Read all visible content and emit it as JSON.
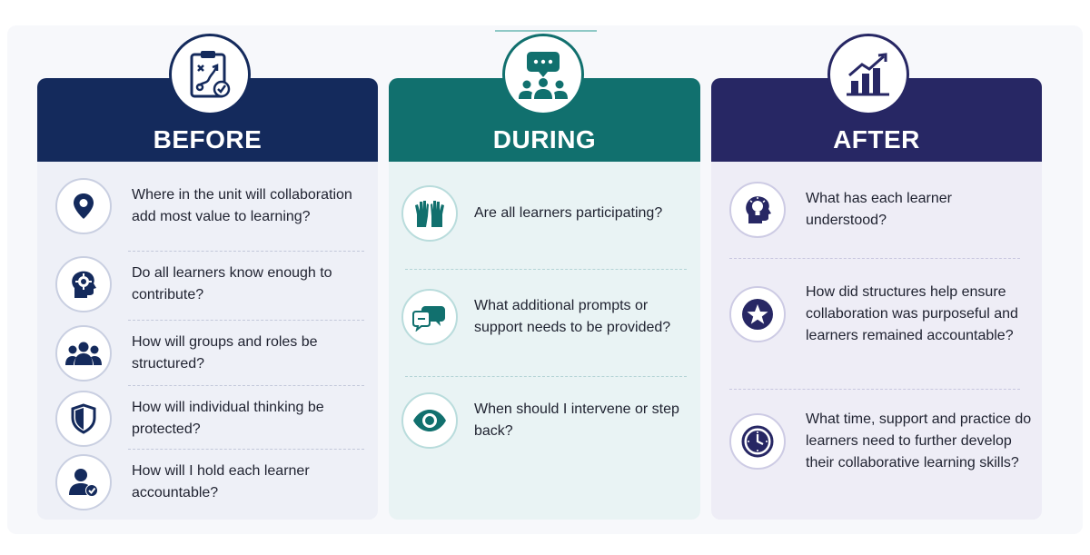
{
  "colors": {
    "before": "#142a5c",
    "during": "#11706e",
    "after": "#272764"
  },
  "columns": {
    "before": {
      "title": "BEFORE",
      "icon": "strategy-clipboard-icon",
      "items": [
        {
          "icon": "location-pin-icon",
          "text": "Where in the unit will collaboration add most value to learning?"
        },
        {
          "icon": "head-gear-icon",
          "text": "Do all learners know enough to contribute?"
        },
        {
          "icon": "group-icon",
          "text": "How will groups and roles be structured?"
        },
        {
          "icon": "shield-icon",
          "text": "How will individual thinking be protected?"
        },
        {
          "icon": "user-check-icon",
          "text": "How will I hold each learner accountable?"
        }
      ]
    },
    "during": {
      "title": "DURING",
      "icon": "group-discussion-icon",
      "items": [
        {
          "icon": "raised-hands-icon",
          "text": "Are all learners participating?"
        },
        {
          "icon": "speech-bubbles-icon",
          "text": "What additional prompts or support needs to be provided?"
        },
        {
          "icon": "eye-icon",
          "text": "When should I intervene or step back?"
        }
      ]
    },
    "after": {
      "title": "AFTER",
      "icon": "growth-chart-icon",
      "items": [
        {
          "icon": "head-lightbulb-icon",
          "text": "What has each learner understood?"
        },
        {
          "icon": "star-icon",
          "text": "How did structures help ensure collaboration was purposeful and learners remained accountable?"
        },
        {
          "icon": "clock-icon",
          "text": "What time, support and practice do learners need to further develop their collaborative learning skills?"
        }
      ]
    }
  }
}
